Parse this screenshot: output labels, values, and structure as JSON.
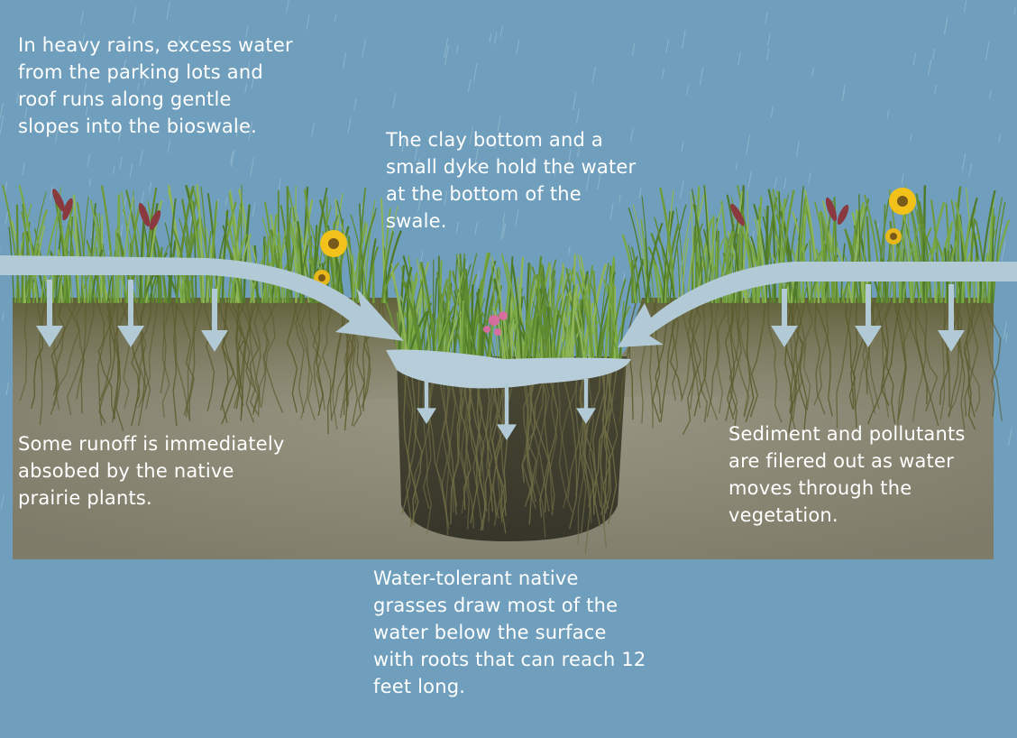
{
  "captions": {
    "rain_runoff": "In heavy rains, excess water\nfrom the parking lots and\nroof runs along gentle\nslopes into the bioswale.",
    "clay_bottom": "The clay bottom and a\nsmall dyke hold the water\nat the bottom of the\nswale.",
    "absorbed": "Some runoff is immediately\nabsobed by the native\nprairie plants.",
    "filtered": "Sediment and pollutants\nare filered out as water\nmoves through the\nvegetation.",
    "deep_roots": "Water-tolerant native\ngrasses draw most of the\nwater below the surface\nwith roots that can reach 12\nfeet long."
  },
  "colors": {
    "sky": "#6f9fbc",
    "soil": "#8e8c79",
    "topsoil": "#6d6a3e",
    "swale_core": "#3f3e30",
    "water": "#b2cad6",
    "grass": "#6f9a3a",
    "flower": "#f2c21b",
    "seed_head": "#8a3a3e"
  },
  "icons": [
    "rain-streaks",
    "grass-tufts",
    "sunflower-icon",
    "seed-head-icon",
    "runoff-arrow",
    "down-arrow-icon",
    "root-lines"
  ]
}
